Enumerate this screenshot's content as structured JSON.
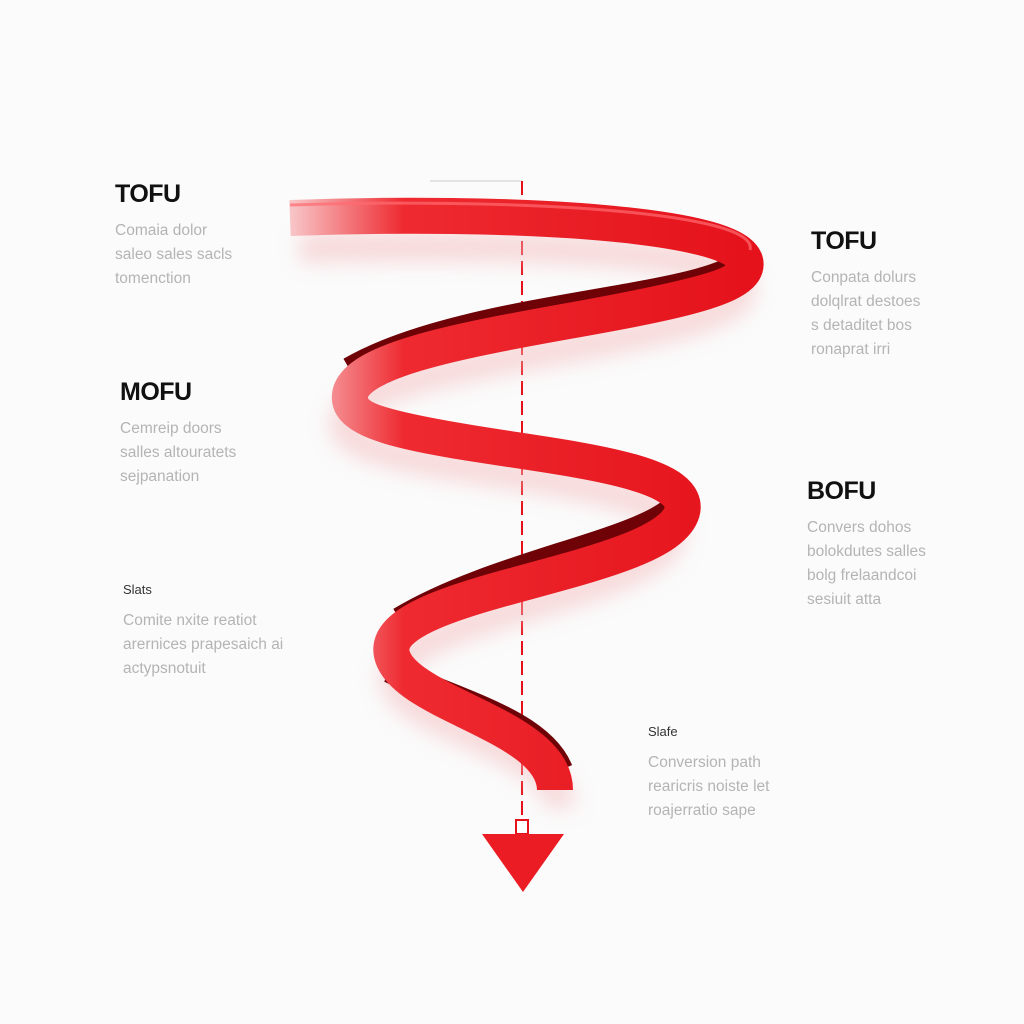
{
  "accent_color": "#e8141c",
  "left_blocks": [
    {
      "title": "TOFU",
      "lines": [
        "Comaia dolor",
        "saleo sales sacls",
        "tomenction"
      ]
    },
    {
      "title": "MOFU",
      "lines": [
        "Cemreip doors",
        "salles altouratets",
        "sejpanation"
      ]
    },
    {
      "title": "Slats",
      "lines": [
        "Comite nxite reatiot",
        "arernices prapesaich ai",
        "actypsnotuit"
      ]
    }
  ],
  "right_blocks": [
    {
      "title": "TOFU",
      "lines": [
        "Conpata dolurs",
        "dolqlrat destoes",
        "s detaditet bos",
        "ronaprat irri"
      ]
    },
    {
      "title": "BOFU",
      "lines": [
        "Convers dohos",
        "bolokdutes salles",
        "bolg frelaandcoi",
        "sesiuit atta"
      ]
    },
    {
      "title": "Slafe",
      "lines": [
        "Conversion path",
        "rearicris noiste let",
        "roajerratio sape"
      ]
    }
  ]
}
